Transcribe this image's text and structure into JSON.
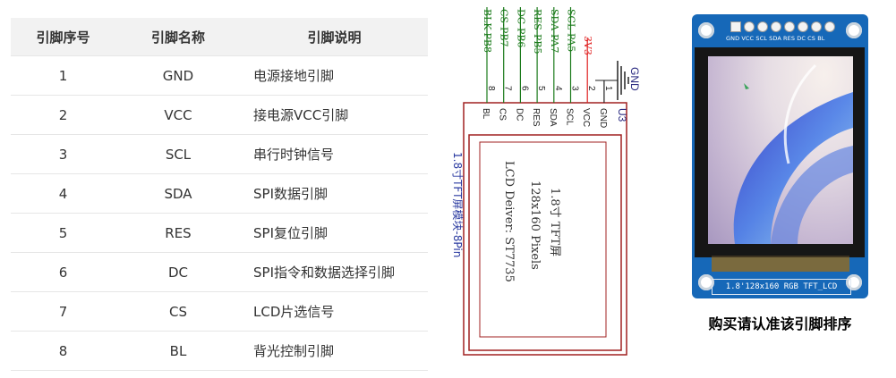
{
  "table": {
    "headers": [
      "引脚序号",
      "引脚名称",
      "引脚说明"
    ],
    "rows": [
      {
        "num": "1",
        "name": "GND",
        "desc": "电源接地引脚"
      },
      {
        "num": "2",
        "name": "VCC",
        "desc": "接电源VCC引脚"
      },
      {
        "num": "3",
        "name": "SCL",
        "desc": "串行时钟信号"
      },
      {
        "num": "4",
        "name": "SDA",
        "desc": "SPI数据引脚"
      },
      {
        "num": "5",
        "name": "RES",
        "desc": "SPI复位引脚"
      },
      {
        "num": "6",
        "name": "DC",
        "desc": "SPI指令和数据选择引脚"
      },
      {
        "num": "7",
        "name": "CS",
        "desc": "LCD片选信号"
      },
      {
        "num": "8",
        "name": "BL",
        "desc": "背光控制引脚"
      }
    ]
  },
  "schematic": {
    "net_labels": [
      "BLK-PB8",
      "CS-PB7",
      "DC-PB6",
      "RES-PB5",
      "SDA-PA7",
      "SCL-PA5",
      "3V3",
      ""
    ],
    "pin_numbers": [
      "8",
      "7",
      "6",
      "5",
      "4",
      "3",
      "2",
      "1"
    ],
    "pin_names": [
      "BL",
      "CS",
      "DC",
      "RES",
      "SDA",
      "SCL",
      "VCC",
      "GND"
    ],
    "gnd_label": "GND",
    "ref": "U3",
    "module_title": "1.8寸TFT屏模块-8Pin",
    "inner_lines": [
      "1.8寸 TFT屏",
      "128x160 Pixels",
      "LCD Deiver: ST7735"
    ],
    "colors": {
      "border": "#a02020",
      "net": "#1a7a1a",
      "power": "#e02020",
      "gnd": "#2a2a80",
      "title": "#2a3aa0"
    }
  },
  "module": {
    "pin_labels": "GND VCC SCL SDA RES DC CS BL",
    "bottom_label": "1.8'128x160 RGB TFT_LCD",
    "caption": "购买请认准该引脚排序",
    "colors": {
      "pcb": "#1668b8"
    }
  }
}
